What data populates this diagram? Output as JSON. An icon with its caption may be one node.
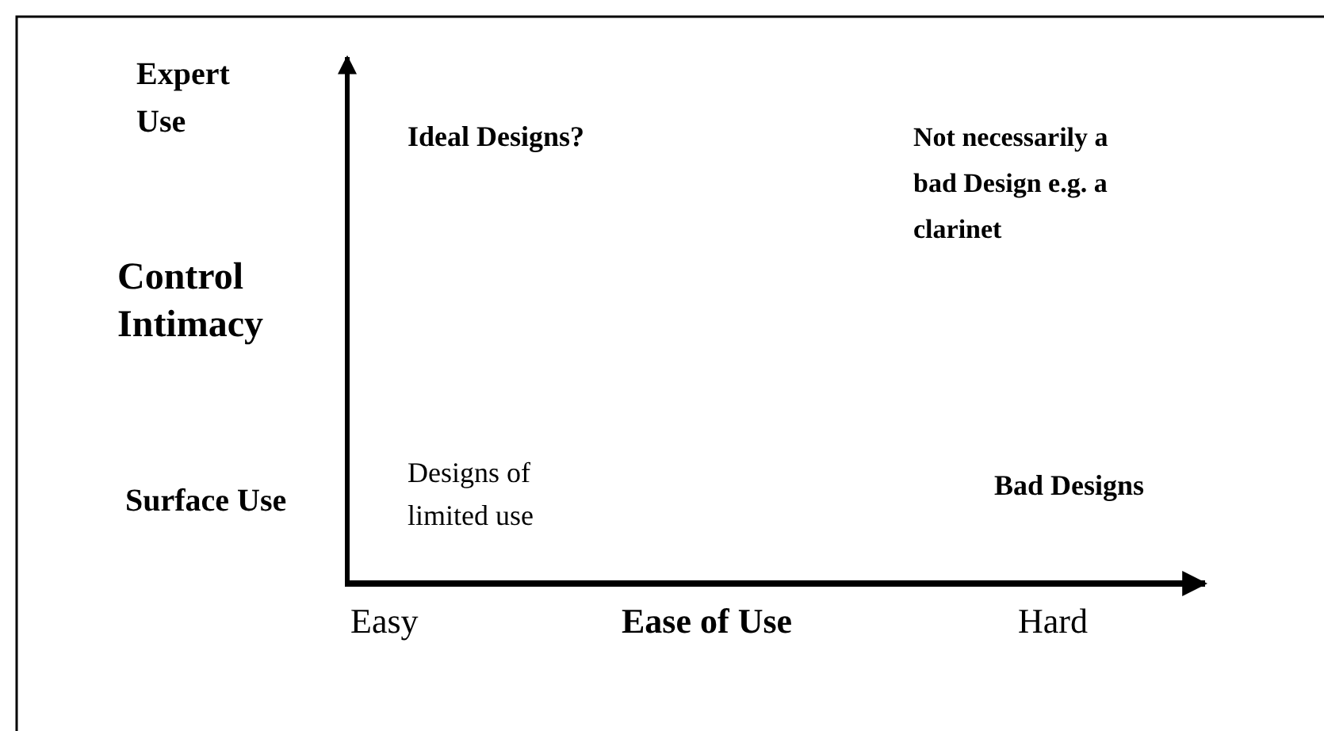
{
  "diagram": {
    "labels": [
      "Expert Use",
      "Ideal Designs?",
      "**Not** necessarily a bad Design e.g. a clarinet",
      "Control Intimacy",
      "Designs of limited use",
      "Surface Use",
      "Bad Designs",
      "Easy",
      "Ease of Use",
      "Hard"
    ]
  }
}
